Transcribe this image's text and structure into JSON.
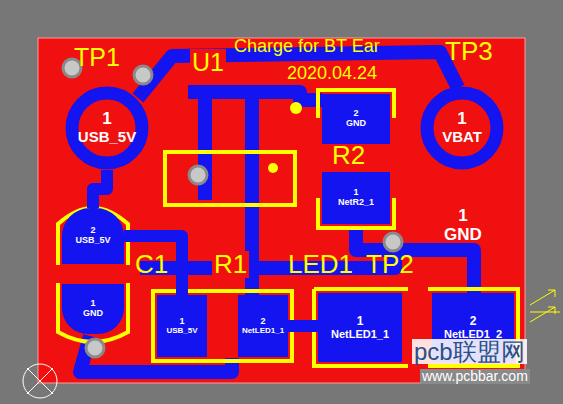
{
  "diagram": {
    "nodes": [
      {
        "text": [
          "1",
          "USB_5V"
        ]
      },
      {
        "text": [
          "1",
          "VBAT"
        ]
      },
      {
        "text": [
          "2",
          "GND"
        ]
      },
      {
        "text": [
          "1",
          "NetR2_1"
        ]
      },
      {
        "text": [
          "1",
          "GND"
        ]
      },
      {
        "text": [
          "2",
          "USB_5V"
        ]
      },
      {
        "text": [
          "1",
          "GND"
        ]
      },
      {
        "text": [
          "1",
          "USB_5V"
        ]
      },
      {
        "text": [
          "2",
          "NetLED1_1"
        ]
      },
      {
        "text": [
          "1",
          "NetLED1_1"
        ]
      },
      {
        "text": [
          "2",
          "NetLED1_2"
        ]
      }
    ],
    "edges": [
      {
        "from": 0,
        "to": 5,
        "arrow": "none"
      },
      {
        "from": 5,
        "to": 7,
        "arrow": "none"
      },
      {
        "from": 8,
        "to": 9,
        "arrow": "none"
      }
    ],
    "labels": [
      "TP1",
      "U1",
      "Charge for BT Ear",
      "2020.04.24",
      "TP3",
      "R2",
      "C1",
      "R1",
      "LED1",
      "TP2",
      "pcb联盟网",
      "www.pcbbar.com"
    ]
  }
}
